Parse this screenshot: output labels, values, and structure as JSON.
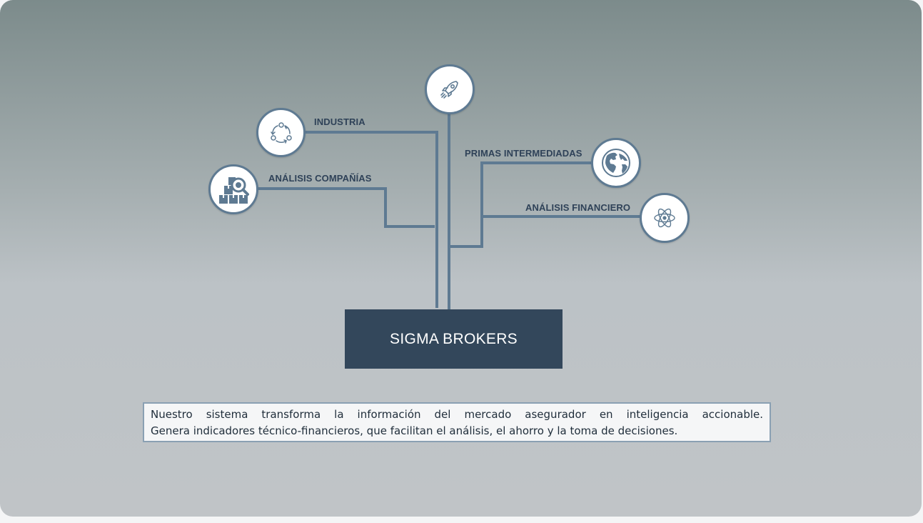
{
  "diagram": {
    "root_label": "SIGMA BROKERS",
    "branches": [
      {
        "id": "launch",
        "label": "",
        "icon": "rocket-icon"
      },
      {
        "id": "industria",
        "label": "INDUSTRIA",
        "icon": "cycle-arrows-icon"
      },
      {
        "id": "analisis-companias",
        "label": "ANÁLISIS COMPAÑÍAS",
        "icon": "search-boxes-icon"
      },
      {
        "id": "primas",
        "label": "PRIMAS INTERMEDIADAS",
        "icon": "globe-icon"
      },
      {
        "id": "analisis-financiero",
        "label": "ANÁLISIS FINANCIERO",
        "icon": "atom-icon"
      }
    ]
  },
  "description": {
    "line1": "Nuestro sistema transforma la información del mercado asegurador en inteligencia accionable.",
    "line2": "Genera indicadores técnico-financieros, que facilitan el análisis, el ahorro y la toma de decisiones."
  },
  "colors": {
    "line": "#5e7a92",
    "root_fill": "#33475b",
    "label_text": "#2f4258",
    "node_border": "#5e7a92"
  }
}
